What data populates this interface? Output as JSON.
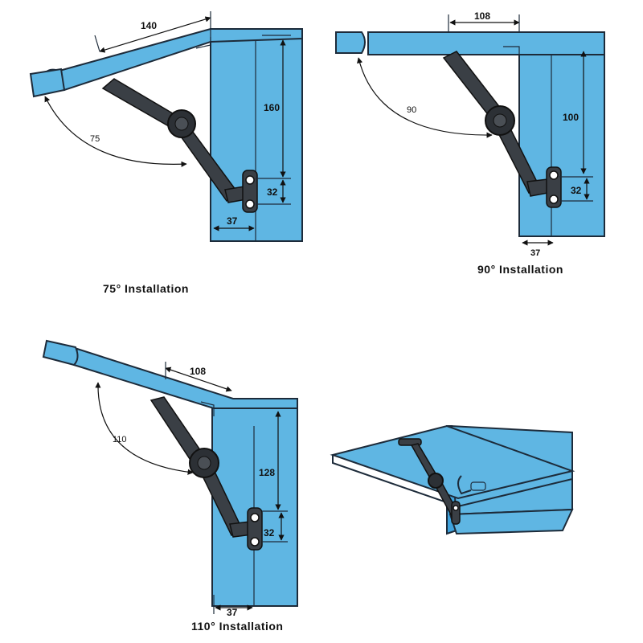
{
  "diagrams": {
    "d75": {
      "caption": "75°  Installation",
      "angle_label": "75",
      "dims": {
        "lid": "140",
        "height": "160",
        "bracket": "32",
        "offset": "37"
      }
    },
    "d90": {
      "caption": "90°  Installation",
      "angle_label": "90",
      "dims": {
        "lid": "108",
        "height": "100",
        "bracket": "32",
        "offset": "37"
      }
    },
    "d110": {
      "caption": "110°  Installation",
      "angle_label": "110",
      "dims": {
        "lid": "108",
        "height": "128",
        "bracket": "32",
        "offset": "37"
      }
    }
  },
  "colors": {
    "panel": "#5fb6e3",
    "hinge": "#3a3f45"
  },
  "icons": [
    "hinge-arm-icon",
    "pivot-icon",
    "screw-icon",
    "arrow-icon"
  ]
}
